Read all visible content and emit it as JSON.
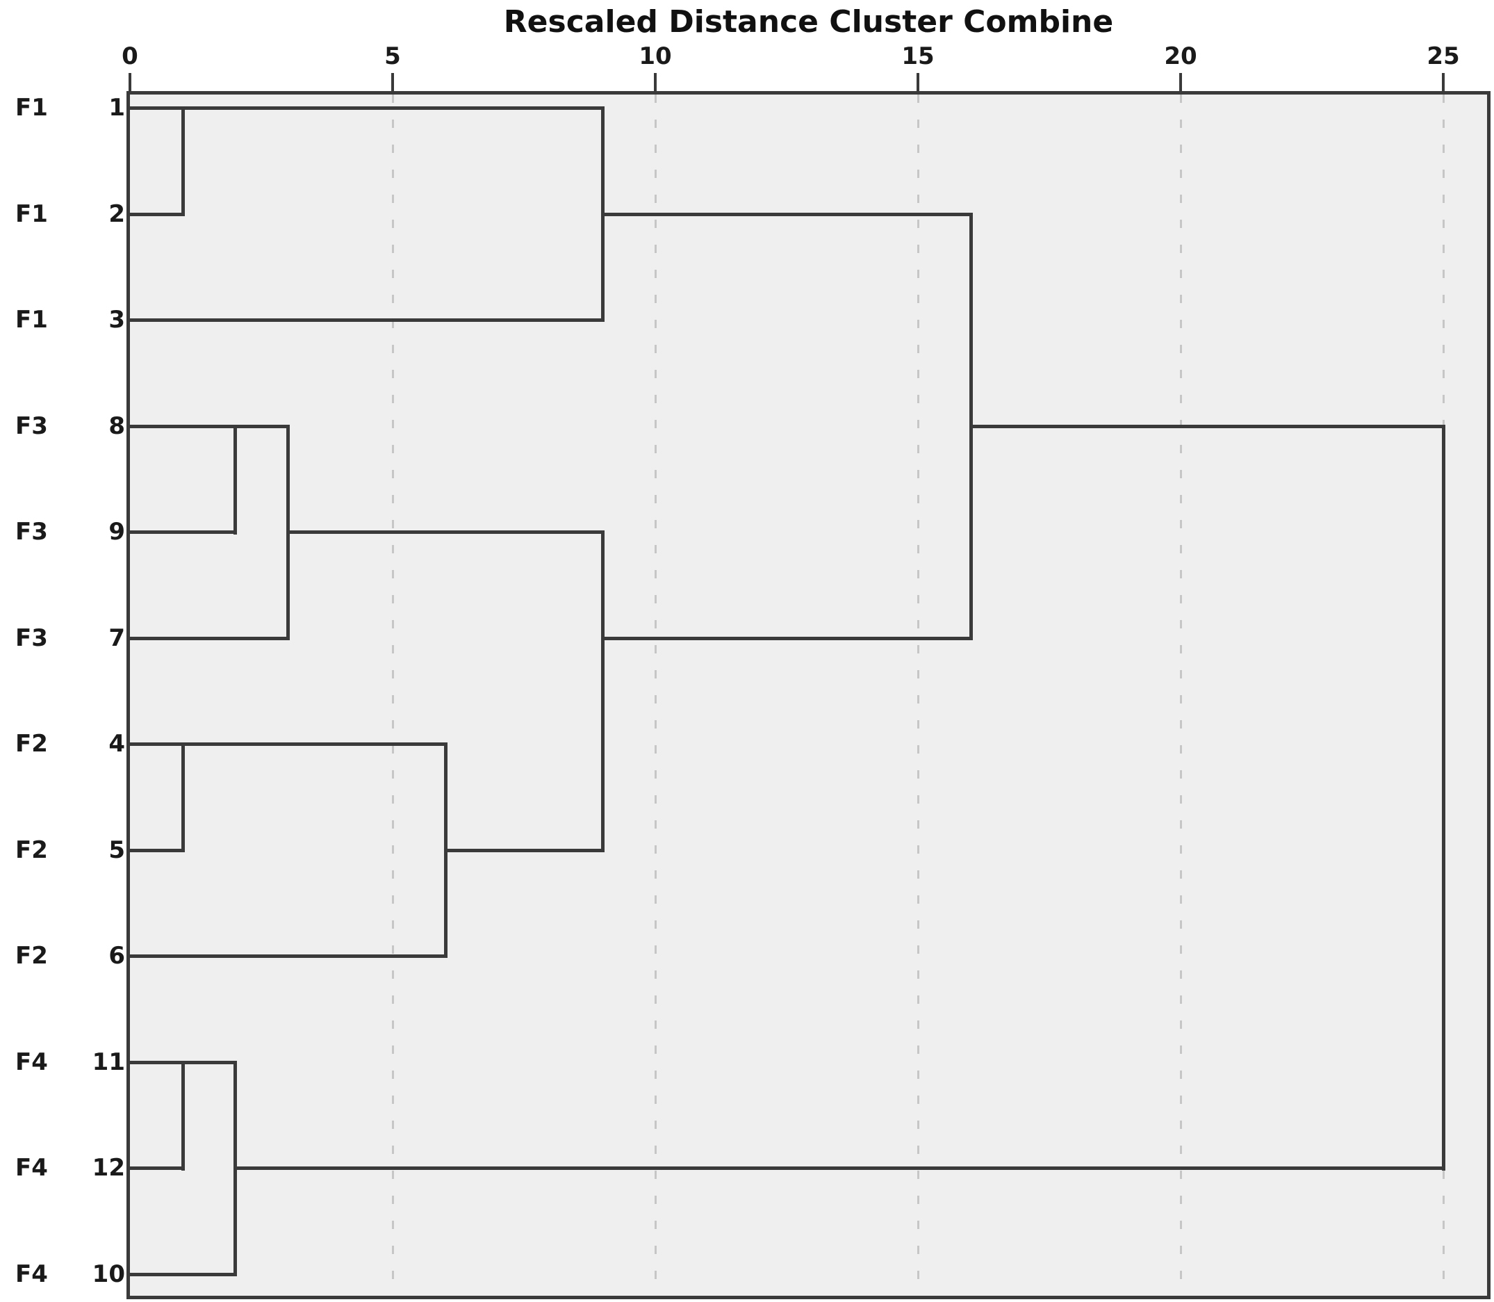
{
  "chart_data": {
    "type": "dendrogram",
    "title": "Rescaled Distance Cluster Combine",
    "orientation": "horizontal-left-to-right",
    "axis": {
      "position": "top",
      "range": [
        0,
        25
      ],
      "ticks": [
        {
          "label": "0",
          "value": 0
        },
        {
          "label": "5",
          "value": 5
        },
        {
          "label": "10",
          "value": 10
        },
        {
          "label": "15",
          "value": 15
        },
        {
          "label": "20",
          "value": 20
        },
        {
          "label": "25",
          "value": 25
        }
      ],
      "gridlines": "dashed-vertical-at-nonzero-ticks"
    },
    "leaves": [
      {
        "group": "F1",
        "case": "1"
      },
      {
        "group": "F1",
        "case": "2"
      },
      {
        "group": "F1",
        "case": "3"
      },
      {
        "group": "F3",
        "case": "8"
      },
      {
        "group": "F3",
        "case": "9"
      },
      {
        "group": "F3",
        "case": "7"
      },
      {
        "group": "F2",
        "case": "4"
      },
      {
        "group": "F2",
        "case": "5"
      },
      {
        "group": "F2",
        "case": "6"
      },
      {
        "group": "F4",
        "case": "11"
      },
      {
        "group": "F4",
        "case": "12"
      },
      {
        "group": "F4",
        "case": "10"
      }
    ],
    "merges": [
      {
        "id": "m1",
        "a": "1",
        "b": "2",
        "distance": 1
      },
      {
        "id": "m2",
        "a": "m1",
        "b": "3",
        "distance": 9
      },
      {
        "id": "m3",
        "a": "8",
        "b": "9",
        "distance": 2
      },
      {
        "id": "m4",
        "a": "m3",
        "b": "7",
        "distance": 3
      },
      {
        "id": "m5",
        "a": "4",
        "b": "5",
        "distance": 1
      },
      {
        "id": "m6",
        "a": "m5",
        "b": "6",
        "distance": 6
      },
      {
        "id": "m7",
        "a": "m4",
        "b": "m6",
        "distance": 9
      },
      {
        "id": "m8",
        "a": "m2",
        "b": "m7",
        "distance": 16
      },
      {
        "id": "m9",
        "a": "11",
        "b": "12",
        "distance": 1
      },
      {
        "id": "m10",
        "a": "m9",
        "b": "10",
        "distance": 2
      },
      {
        "id": "m11",
        "a": "m8",
        "b": "m10",
        "distance": 25
      }
    ],
    "colors": {
      "background": "#ffffff",
      "plot_fill": "#efefef",
      "line": "#3a3a3a",
      "gridline": "#c6c6c6",
      "text": "#1a1a1a"
    }
  }
}
